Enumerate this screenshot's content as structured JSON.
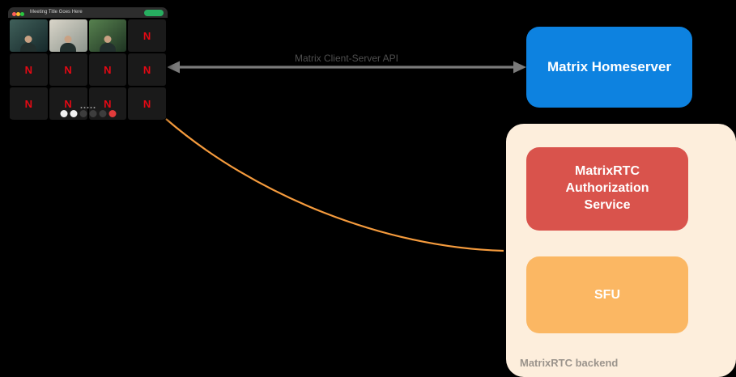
{
  "call_window": {
    "title": "Meeting Title Goes Here",
    "titlebar_controls": [
      "close",
      "minimize",
      "zoom"
    ],
    "logo_letter": "N",
    "tiles": [
      {
        "type": "person",
        "variant": "teal"
      },
      {
        "type": "person",
        "variant": "light"
      },
      {
        "type": "person",
        "variant": "green"
      },
      {
        "type": "logo"
      },
      {
        "type": "logo"
      },
      {
        "type": "logo"
      },
      {
        "type": "logo"
      },
      {
        "type": "logo"
      },
      {
        "type": "logo"
      },
      {
        "type": "logo"
      },
      {
        "type": "logo"
      },
      {
        "type": "logo"
      }
    ],
    "pagination_dots": 5,
    "controls": [
      "mic",
      "camera",
      "screenshare",
      "participants",
      "more",
      "hangup"
    ]
  },
  "arrow": {
    "label": "Matrix Client-Server API"
  },
  "homeserver": {
    "label": "Matrix Homeserver"
  },
  "backend": {
    "label": "MatrixRTC backend",
    "auth_service": {
      "label": "MatrixRTC Authorization Service"
    },
    "sfu": {
      "label": "SFU"
    }
  },
  "colors": {
    "homeserver_blue": "#0d82e0",
    "auth_red": "#d9534c",
    "sfu_orange": "#fbb763",
    "backend_peach": "#fdeedc",
    "connector_orange": "#f59b3d",
    "arrow_gray": "#7a7a7a",
    "logo_red": "#e50914"
  }
}
